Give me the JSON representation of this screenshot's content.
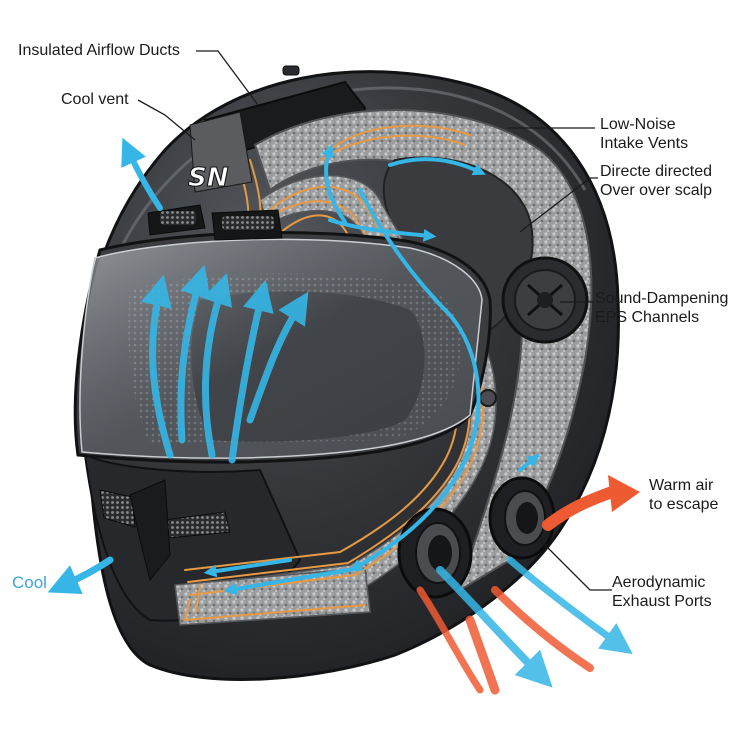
{
  "diagram": {
    "logo": "SN",
    "colors": {
      "shell": "#2d2f33",
      "shell_dark": "#1c1d20",
      "liner": "#8e9092",
      "cool": "#35b6e6",
      "warm": "#ee5a32",
      "duct": "#e59a45",
      "label": "#1b1b1b",
      "cool_label": "#3aa7d8"
    },
    "labels": {
      "insulated_ducts": "Insulated Airflow Ducts",
      "cool_vent": "Cool vent",
      "intake_line1": "Low-Noise",
      "intake_line2": "Intake Vents",
      "directed_line1": "Directe directed",
      "directed_line2": "Over over scalp",
      "eps_line1": "Sound-Dampening",
      "eps_line2": "EPS Channels",
      "warm_line1": "Warm air",
      "warm_line2": "to escape",
      "cool_out": "Cool",
      "exhaust_line1": "Aerodynamic",
      "exhaust_line2": "Exhaust Ports"
    },
    "icons": [
      "cool-air-arrow-icon",
      "warm-air-arrow-icon",
      "mesh-vent-icon",
      "exhaust-port-icon"
    ]
  }
}
